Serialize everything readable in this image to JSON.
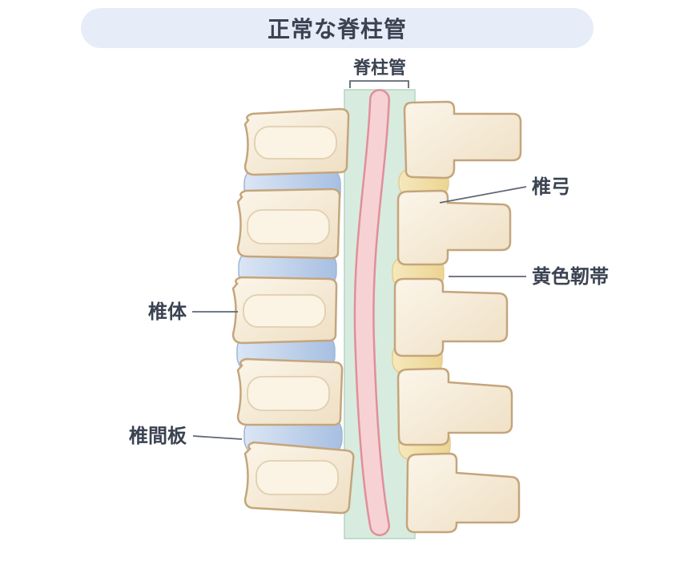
{
  "title": "正常な脊柱管",
  "labels": {
    "canal": "脊柱管",
    "arch": "椎弓",
    "ligament": "黄色靭帯",
    "body": "椎体",
    "disc": "椎間板"
  },
  "colors": {
    "title_bg": "#e6edf8",
    "text": "#3b4352",
    "bone_fill": "#f6ead5",
    "bone_stroke": "#c4a57c",
    "disc_fill": "#bdd0ea",
    "ligament_fill": "#f2dfa4",
    "canal_fill": "#d8ebdf",
    "cord_fill": "#f7d2d4",
    "cord_stroke": "#e08f9a",
    "leader": "#5f6775"
  }
}
